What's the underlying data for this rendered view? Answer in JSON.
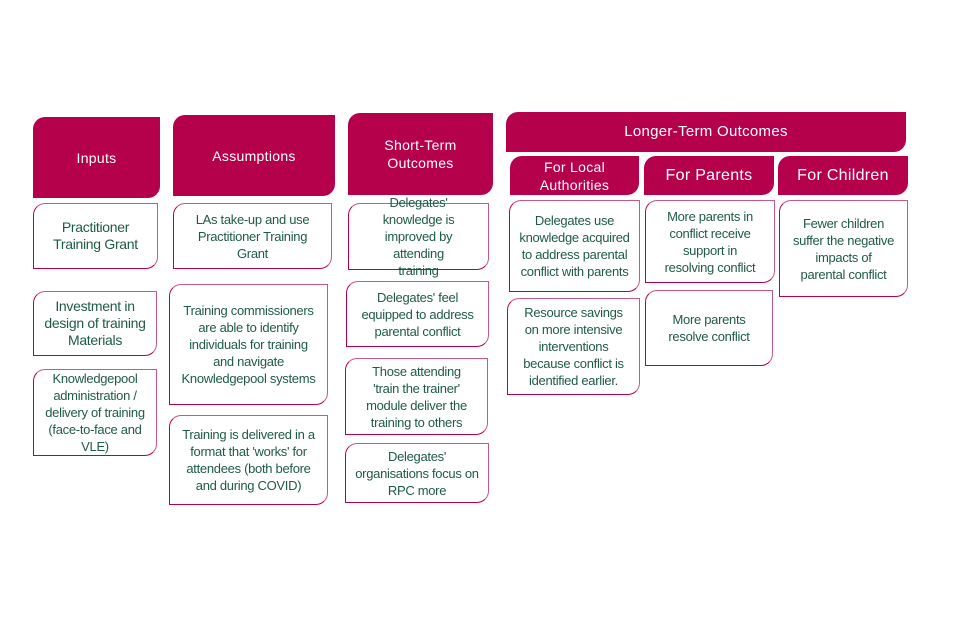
{
  "colors": {
    "header_bg": "#b5004b",
    "header_text": "#ffffff",
    "box_border": "#c8578a",
    "box_text": "#1e5a46"
  },
  "headers": {
    "inputs": "Inputs",
    "assumptions": "Assumptions",
    "short_term": "Short-Term Outcomes",
    "longer_term": "Longer-Term Outcomes",
    "for_local_authorities": "For Local Authorities",
    "for_parents": "For Parents",
    "for_children": "For Children"
  },
  "inputs": [
    "Practitioner Training Grant",
    "Investment in design of training Materials",
    "Knowledgepool administration / delivery of training (face-to-face and VLE)"
  ],
  "assumptions": [
    "LAs take-up and use Practitioner Training Grant",
    "Training commissioners are able to identify individuals for training and navigate Knowledgepool systems",
    "Training is delivered in a format that 'works' for attendees (both before and during COVID)"
  ],
  "short_term": [
    "Delegates' knowledge is improved by attending training",
    "Delegates' feel equipped to address parental conflict",
    "Those attending 'train the trainer' module deliver the training to others",
    "Delegates' organisations focus on RPC more"
  ],
  "local_authorities": [
    "Delegates use knowledge acquired to address parental conflict  with parents",
    "Resource savings on more intensive interventions because conflict is identified earlier."
  ],
  "parents": [
    "More parents in conflict receive support in resolving conflict",
    "More parents resolve conflict"
  ],
  "children": [
    "Fewer children suffer the negative impacts of parental conflict"
  ]
}
